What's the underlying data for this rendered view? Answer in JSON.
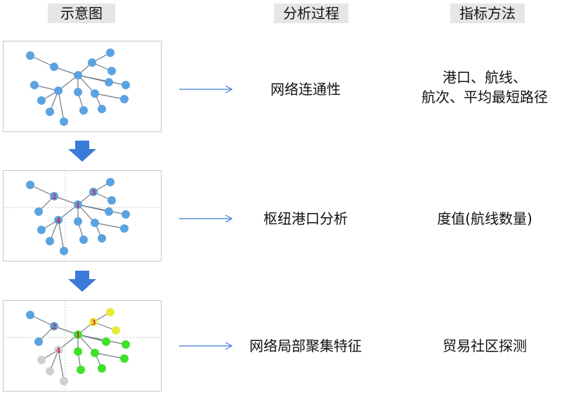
{
  "headers": {
    "diagram": "示意图",
    "process": "分析过程",
    "method": "指标方法"
  },
  "rows": [
    {
      "process": "网络连通性",
      "method_lines": [
        "港口、航线、",
        "航次、平均最短路径"
      ]
    },
    {
      "process": "枢纽港口分析",
      "method_lines": [
        "度值(航线数量)"
      ]
    },
    {
      "process": "网络局部聚集特征",
      "method_lines": [
        "贸易社区探测"
      ]
    }
  ],
  "hub_labels": [
    "1",
    "2",
    "3",
    "4"
  ],
  "colors": {
    "node_blue": "#5ba3e0",
    "node_green": "#3ee22a",
    "node_yellow": "#e8ec3a",
    "node_gray": "#cfcfcf",
    "hub_label": "#cc2244",
    "arrow_blue": "#3a7ad8",
    "edge": "#6f7b86"
  }
}
